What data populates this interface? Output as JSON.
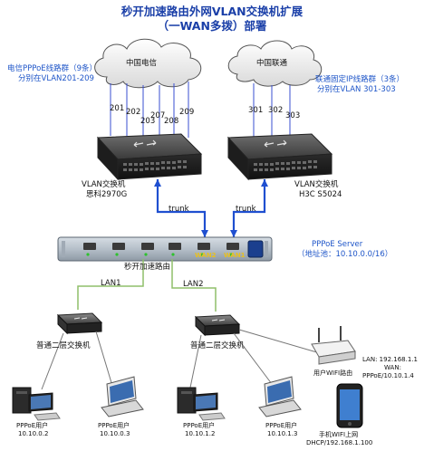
{
  "title": {
    "line1": "秒开加速路由外网VLAN交换机扩展",
    "line2": "（一WAN多拨）部署"
  },
  "clouds": {
    "telecom": "中国电信",
    "unicom": "中国联通"
  },
  "notes": {
    "telecom_line1": "电信PPPoE线路群（9条）",
    "telecom_line2": "分别在VLAN201-209",
    "unicom_line1": "联通固定IP线路群（3条）",
    "unicom_line2": "分别在VLAN 301-303"
  },
  "vlans_telecom": [
    "201",
    "202",
    "203",
    "207",
    "208",
    "209"
  ],
  "vlans_unicom": [
    "301",
    "302",
    "303"
  ],
  "switches": {
    "left_line1": "VLAN交换机",
    "left_line2": "思科2970G",
    "right_line1": "VLAN交换机",
    "right_line2": "H3C S5024"
  },
  "links": {
    "trunk_left": "trunk",
    "trunk_right": "trunk",
    "lan1": "LAN1",
    "lan2": "LAN2"
  },
  "router": {
    "name": "秒开加速路由",
    "wan2": "WAN2",
    "wan1": "WAN1",
    "server_line1": "PPPoE Server",
    "server_line2": "（地址池：10.10.0.0/16）"
  },
  "l2switch": {
    "left": "普通二层交换机",
    "right": "普通二层交换机"
  },
  "clients": {
    "pc1_line1": "PPPoE用户",
    "pc1_line2": "10.10.0.2",
    "laptop1_line1": "PPPoE用户",
    "laptop1_line2": "10.10.0.3",
    "pc2_line1": "PPPoE用户",
    "pc2_line2": "10.10.1.2",
    "laptop2_line1": "PPPoE用户",
    "laptop2_line2": "10.10.1.3"
  },
  "wifi": {
    "label": "用户WIFI路由",
    "lan": "LAN: 192.168.1.1",
    "wan_label": "WAN:",
    "wan": "PPPoE/10.10.1.4",
    "phone_line1": "手机WIFI上网",
    "phone_line2": "DHCP/192.168.1.100"
  },
  "colors": {
    "title": "#1a3fa8",
    "note": "#1e55c8",
    "trunk": "#1f4fd0",
    "lan": "#22a022",
    "cable": "#8fbf6a"
  }
}
